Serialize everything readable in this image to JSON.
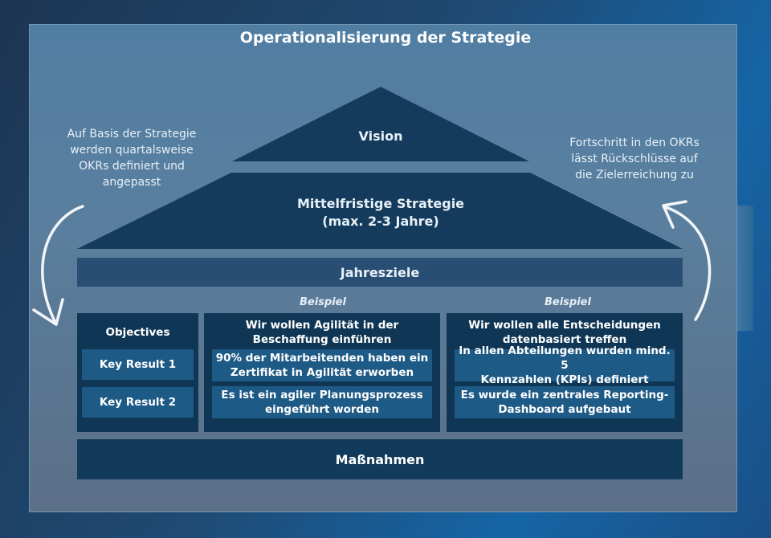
{
  "title": "Operationalisierung der Strategie",
  "left_note": [
    "Auf Basis der Strategie",
    "werden quartalsweise",
    "OKRs definiert und",
    "angepasst"
  ],
  "right_note": [
    "Fortschritt in den OKRs",
    "lässt Rückschlüsse auf",
    "die Zielerreichung zu"
  ],
  "pyramid": {
    "vision": "Vision",
    "strategy_line1": "Mittelfristige Strategie",
    "strategy_line2": "(max. 2-3 Jahre)"
  },
  "jahresziele": "Jahresziele",
  "beispiel_label": "Beispiel",
  "okr_legend": {
    "objectives": "Objectives",
    "key_result_1": "Key Result 1",
    "key_result_2": "Key Result 2"
  },
  "example1": {
    "objective": [
      "Wir wollen Agilität in der",
      "Beschaffung einführen"
    ],
    "kr1": [
      "90% der Mitarbeitenden haben ein",
      "Zertifikat in Agilität erworben"
    ],
    "kr2": [
      "Es ist ein agiler Planungsprozess",
      "eingeführt worden"
    ]
  },
  "example2": {
    "objective": [
      "Wir wollen alle Entscheidungen",
      "datenbasiert treffen"
    ],
    "kr1": [
      "In allen Abteilungen wurden mind. 5",
      "Kennzahlen (KPIs) definiert"
    ],
    "kr2": [
      "Es wurde ein zentrales Reporting-",
      "Dashboard aufgebaut"
    ]
  },
  "massnahmen": "Maßnahmen",
  "colors": {
    "dark_navy": "#0f3654",
    "key_result_blue": "#1e5a86",
    "band_blue": "#284e74",
    "pyramid_fill": "#143b5c"
  },
  "icons": [
    "curved-arrow-down-left",
    "curved-arrow-up-right"
  ]
}
